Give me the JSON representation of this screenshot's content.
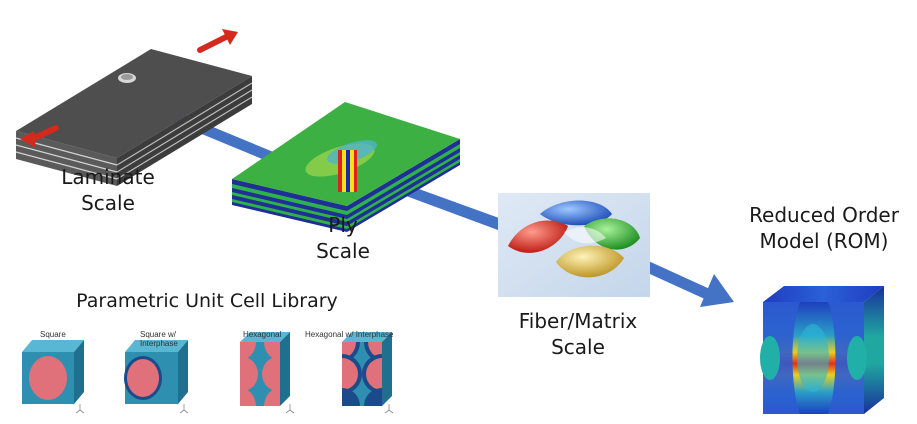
{
  "scales": {
    "laminate": {
      "line1": "Laminate",
      "line2": "Scale"
    },
    "ply": {
      "line1": "Ply",
      "line2": "Scale"
    },
    "fiber_matrix": {
      "line1": "Fiber/Matrix",
      "line2": "Scale"
    },
    "rom": {
      "line1": "Reduced Order",
      "line2": "Model (ROM)"
    }
  },
  "library": {
    "title": "Parametric Unit Cell Library",
    "cells": [
      {
        "label": "Square"
      },
      {
        "label": "Square w/ Interphase"
      },
      {
        "label": "Hexagonal"
      },
      {
        "label": "Hexagonal w/ Interphase"
      }
    ]
  },
  "colors": {
    "flow_arrow": "#4472c4",
    "load_arrow": "#d42a1e",
    "laminate": "#4a4a4a",
    "ply_green": "#3cb043",
    "unit_cell_matrix": "#2e8fb0",
    "unit_cell_fiber": "#e0707a"
  }
}
